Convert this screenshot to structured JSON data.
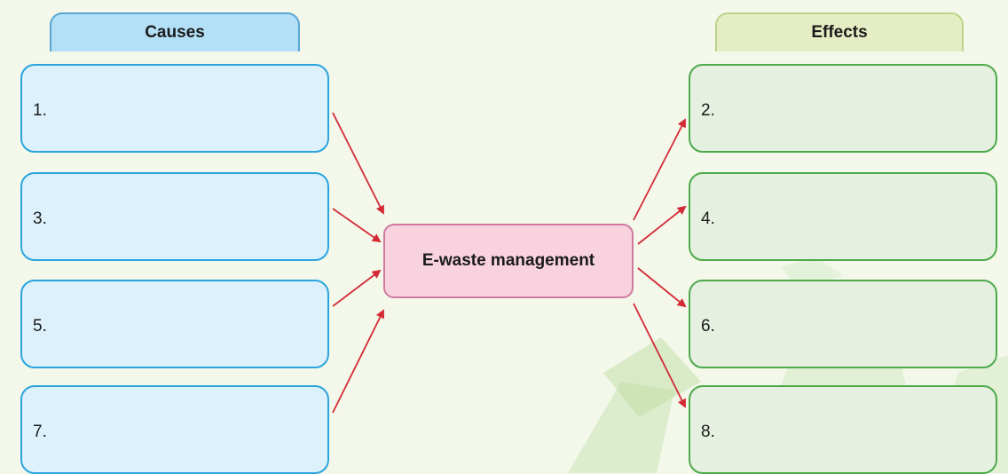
{
  "tabs": {
    "causes": "Causes",
    "effects": "Effects"
  },
  "center": {
    "label": "E-waste management"
  },
  "causes": [
    "1.",
    "3.",
    "5.",
    "7."
  ],
  "effects": [
    "2.",
    "4.",
    "6.",
    "8."
  ],
  "colors": {
    "arrow": "#d42a36",
    "cause_border": "#2ba4dd",
    "effect_border": "#4daa4a",
    "center_fill": "#f9d2df"
  }
}
